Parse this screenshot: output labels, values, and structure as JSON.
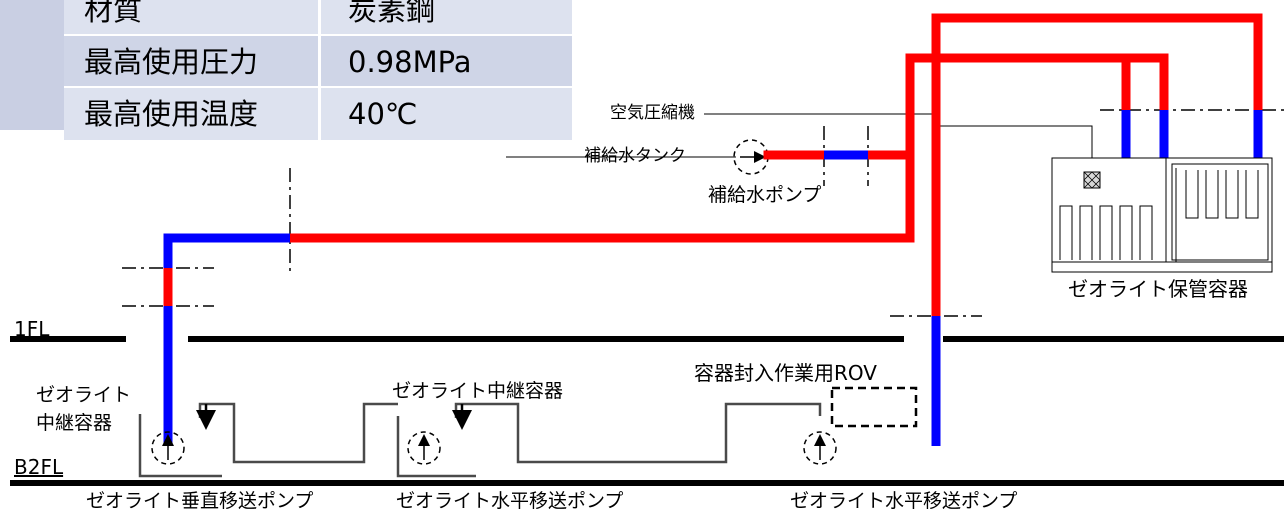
{
  "spec_table": {
    "rows": [
      {
        "label": "材質",
        "value": "炭素鋼"
      },
      {
        "label": "最高使用圧力",
        "value": "0.98MPa"
      },
      {
        "label": "最高使用温度",
        "value": "40℃"
      }
    ]
  },
  "floors": {
    "first": "1FL",
    "basement": "B2FL"
  },
  "labels": {
    "air_compressor": "空気圧縮機",
    "makeup_tank": "補給水タンク",
    "makeup_pump": "補給水ポンプ",
    "storage_vessel": "ゼオライト保管容器",
    "rov": "容器封入作業用ROV",
    "relay_vessel_left_1": "ゼオライト",
    "relay_vessel_left_2": "中継容器",
    "relay_vessel_mid": "ゼオライト中継容器",
    "vertical_pump": "ゼオライト垂直移送ポンプ",
    "horizontal_pump_1": "ゼオライト水平移送ポンプ",
    "horizontal_pump_2": "ゼオライト水平移送ポンプ"
  },
  "colors": {
    "red_pipe": "#ff0000",
    "blue_pipe": "#0000ff",
    "table_side": "#c9cfe3",
    "table_row": "#dde2ef"
  }
}
